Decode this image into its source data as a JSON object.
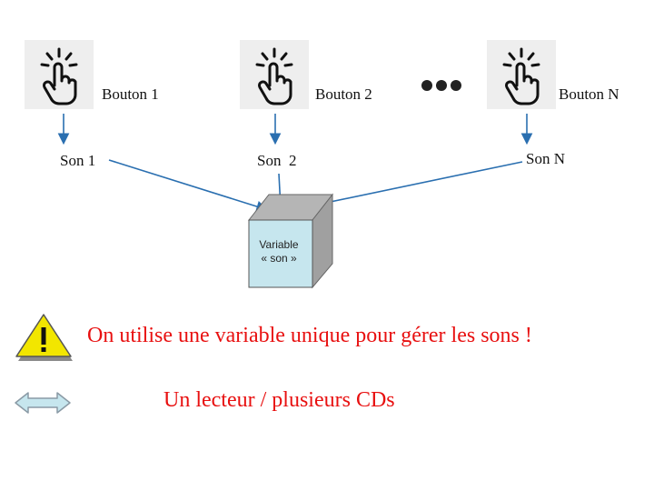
{
  "buttons": [
    {
      "id": "1",
      "label": "Bouton 1",
      "sound": "Son 1"
    },
    {
      "id": "2",
      "label": "Bouton 2",
      "sound": "Son  2"
    },
    {
      "id": "N",
      "label": "Bouton N",
      "sound": "Son N"
    }
  ],
  "variable_box": {
    "line1": "Variable",
    "line2": "« son »"
  },
  "note": "On utilise une variable unique pour gérer les sons !",
  "analogy": "Un lecteur / plusieurs CDs",
  "icons": [
    "hand-tap-icon",
    "warning-icon",
    "double-arrow-icon",
    "ellipsis-icon"
  ],
  "colors": {
    "arrow": "#2a6fb0",
    "note": "#e81010",
    "cube_front": "#c6e6ee",
    "cube_side": "#a9a9a9",
    "tile": "#eeeeee"
  }
}
